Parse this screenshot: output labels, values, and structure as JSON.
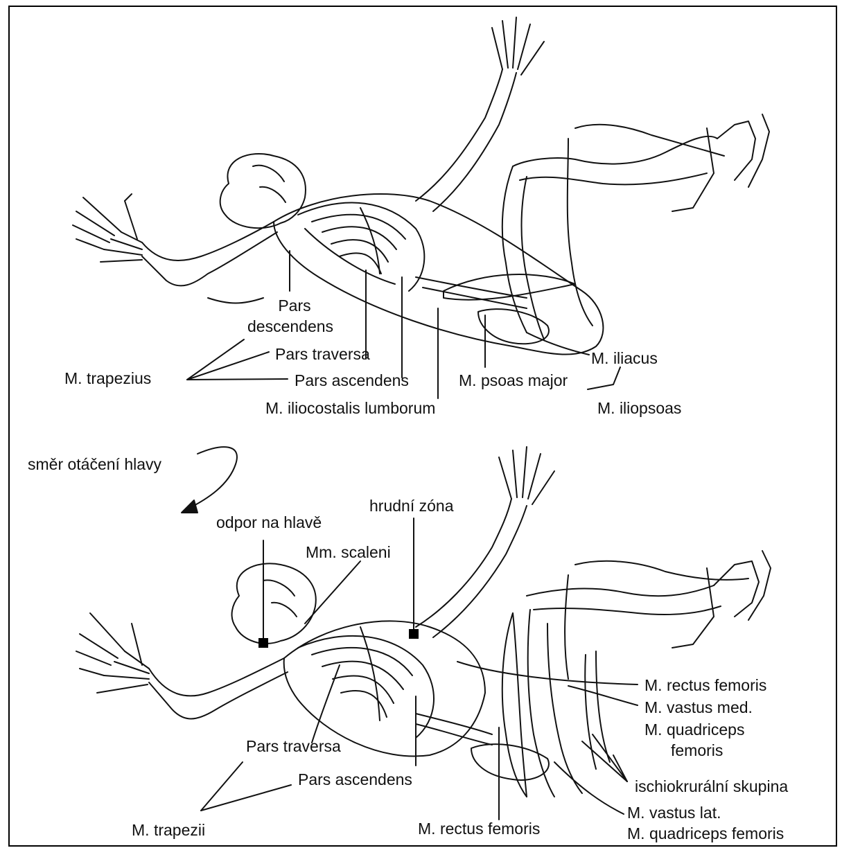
{
  "figure_top": {
    "labels": {
      "pars_descendens_1": "Pars",
      "pars_descendens_2": "descendens",
      "pars_traversa": "Pars traversa",
      "m_trapezius": "M. trapezius",
      "pars_ascendens": "Pars ascendens",
      "m_iliocostalis": "M. iliocostalis lumborum",
      "m_iliacus": "M. iliacus",
      "m_psoas_major": "M. psoas major",
      "m_iliopsoas": "M. iliopsoas"
    }
  },
  "direction_label": "směr otáčení hlavy",
  "figure_bottom": {
    "labels": {
      "odpor_na_hlave": "odpor na hlavě",
      "hrudni_zona": "hrudní zóna",
      "mm_scaleni": "Mm. scaleni",
      "m_rectus_femoris_right": "M. rectus femoris",
      "m_vastus_med": "M. vastus med.",
      "m_quadriceps_1": "M. quadriceps",
      "m_quadriceps_2": "femoris",
      "pars_traversa": "Pars traversa",
      "pars_ascendens": "Pars ascendens",
      "ischiokruralni": "ischiokrurální skupina",
      "m_vastus_lat": "M. vastus lat.",
      "m_quadriceps_femoris": "M. quadriceps femoris",
      "m_trapezii": "M. trapezii",
      "m_rectus_femoris_bottom": "M. rectus femoris"
    }
  }
}
